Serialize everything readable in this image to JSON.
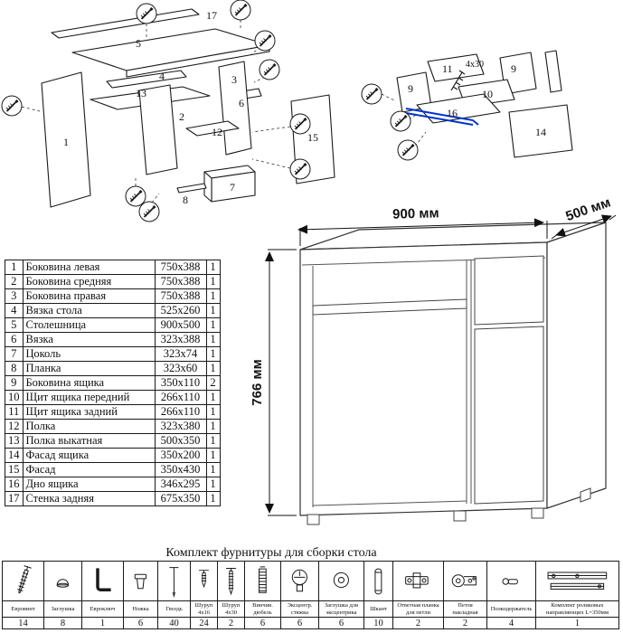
{
  "colors": {
    "line": "#1a1a1a",
    "accent_blue": "#0033cc"
  },
  "dimensions": {
    "width": "900 мм",
    "depth": "500 мм",
    "height": "766 мм"
  },
  "exploded_left": {
    "labels": [
      "17",
      "5",
      "4",
      "13",
      "3",
      "2",
      "6",
      "12",
      "1",
      "15",
      "7",
      "8"
    ]
  },
  "exploded_right": {
    "labels": [
      "11",
      "9",
      "9",
      "10",
      "16",
      "14"
    ],
    "annotation": "4x30"
  },
  "parts_table": {
    "rows": [
      {
        "n": "1",
        "name": "Боковина левая",
        "size": "750x388",
        "qty": "1"
      },
      {
        "n": "2",
        "name": "Боковина средняя",
        "size": "750x388",
        "qty": "1"
      },
      {
        "n": "3",
        "name": "Боковина правая",
        "size": "750x388",
        "qty": "1"
      },
      {
        "n": "4",
        "name": "Вязка стола",
        "size": "525x260",
        "qty": "1"
      },
      {
        "n": "5",
        "name": "Столешница",
        "size": "900x500",
        "qty": "1"
      },
      {
        "n": "6",
        "name": "Вязка",
        "size": "323x388",
        "qty": "1"
      },
      {
        "n": "7",
        "name": "Цоколь",
        "size": "323x74",
        "qty": "1"
      },
      {
        "n": "8",
        "name": "Планка",
        "size": "323x60",
        "qty": "1"
      },
      {
        "n": "9",
        "name": "Боковина ящика",
        "size": "350x110",
        "qty": "2"
      },
      {
        "n": "10",
        "name": "Щит ящика передний",
        "size": "266x110",
        "qty": "1"
      },
      {
        "n": "11",
        "name": "Щит ящика задний",
        "size": "266x110",
        "qty": "1"
      },
      {
        "n": "12",
        "name": "Полка",
        "size": "323x380",
        "qty": "1"
      },
      {
        "n": "13",
        "name": "Полка выкатная",
        "size": "500x350",
        "qty": "1"
      },
      {
        "n": "14",
        "name": "Фасад ящика",
        "size": "350x200",
        "qty": "1"
      },
      {
        "n": "15",
        "name": "Фасад",
        "size": "350x430",
        "qty": "1"
      },
      {
        "n": "16",
        "name": "Дно ящика",
        "size": "346x295",
        "qty": "1"
      },
      {
        "n": "17",
        "name": "Стенка задняя",
        "size": "675x350",
        "qty": "1"
      }
    ]
  },
  "hardware": {
    "title": "Комплект фурнитуры для сборки стола",
    "items": [
      {
        "name": "Евровинт",
        "qty": "14",
        "icon": "euro-screw"
      },
      {
        "name": "Заглушка",
        "qty": "8",
        "icon": "cap"
      },
      {
        "name": "Евроключ",
        "qty": "1",
        "icon": "hex-key"
      },
      {
        "name": "Ножка",
        "qty": "6",
        "icon": "foot"
      },
      {
        "name": "Гвоздь",
        "qty": "40",
        "icon": "nail"
      },
      {
        "name": "Шуруп 4x16",
        "qty": "24",
        "icon": "screw-short"
      },
      {
        "name": "Шуруп 4x30",
        "qty": "2",
        "icon": "screw-long"
      },
      {
        "name": "Винчив. дюбель",
        "qty": "6",
        "icon": "screw-dowel"
      },
      {
        "name": "Эксцентр. стяжка",
        "qty": "6",
        "icon": "cam-lock"
      },
      {
        "name": "Заглушка для эксцентрика",
        "qty": "6",
        "icon": "cam-cap"
      },
      {
        "name": "Шкант",
        "qty": "10",
        "icon": "wood-dowel"
      },
      {
        "name": "Ответная планка для петли",
        "qty": "2",
        "icon": "hinge-plate"
      },
      {
        "name": "Петля накладная",
        "qty": "2",
        "icon": "hinge"
      },
      {
        "name": "Полкодержатель",
        "qty": "4",
        "icon": "shelf-pin"
      },
      {
        "name": "Комплект роликовых направляющих L=350мм",
        "qty": "1",
        "icon": "roller-guides"
      }
    ]
  }
}
